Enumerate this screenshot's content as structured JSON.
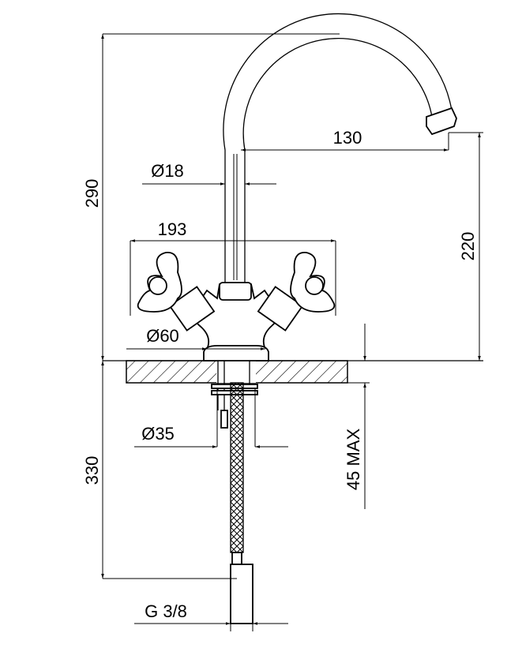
{
  "drawing": {
    "title": "Mixer tap dimension drawing",
    "dimensions": {
      "total_height": "290",
      "spout_reach": "130",
      "spout_height": "220",
      "spout_diameter": "Ø18",
      "handle_span": "193",
      "base_diameter": "Ø60",
      "shank_diameter": "Ø35",
      "max_counter_thickness": "45 MAX",
      "hose_length": "330",
      "connection_thread": "G 3/8"
    }
  }
}
